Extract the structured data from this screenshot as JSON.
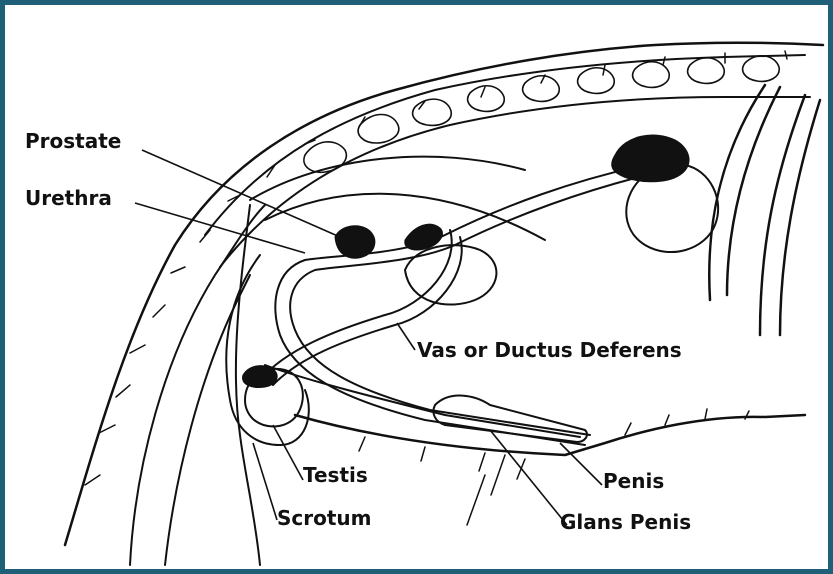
{
  "labels": {
    "prostate": "Prostate",
    "urethra": "Urethra",
    "vas": "Vas or Ductus Deferens",
    "testis": "Testis",
    "scrotum": "Scrotum",
    "penis": "Penis",
    "glans": "Glans Penis"
  },
  "colors": {
    "frame_border": "#1f5f78",
    "ink": "#111111",
    "background": "#ffffff"
  }
}
